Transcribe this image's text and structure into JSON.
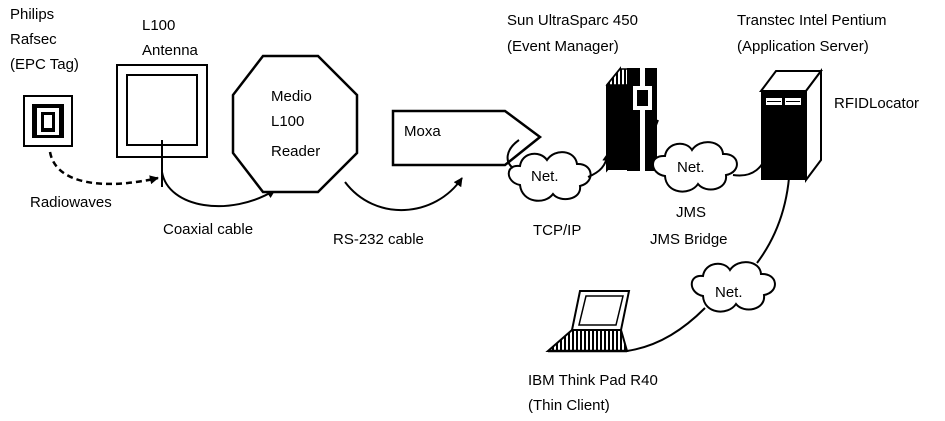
{
  "tag": {
    "lines": [
      "Philips",
      "Rafsec",
      "(EPC Tag)"
    ]
  },
  "antenna": {
    "lines": [
      "L100",
      "Antenna"
    ]
  },
  "reader": {
    "lines": [
      "Medio",
      "L100",
      "Reader"
    ]
  },
  "moxa": {
    "label": "Moxa"
  },
  "event_manager": {
    "lines": [
      "Sun UltraSparc 450",
      "(Event Manager)"
    ]
  },
  "app_server": {
    "lines": [
      "Transtec Intel Pentium",
      "(Application Server)"
    ],
    "extra": "RFIDLocator"
  },
  "thin_client": {
    "lines": [
      "IBM Think Pad R40",
      "(Thin Client)"
    ]
  },
  "links": {
    "radiowaves": "Radiowaves",
    "coaxial": "Coaxial cable",
    "rs232": "RS-232 cable",
    "tcpip": "TCP/IP",
    "jms": "JMS",
    "jms_bridge": "JMS Bridge"
  },
  "clouds": {
    "net1": "Net.",
    "net2": "Net.",
    "net3": "Net."
  }
}
